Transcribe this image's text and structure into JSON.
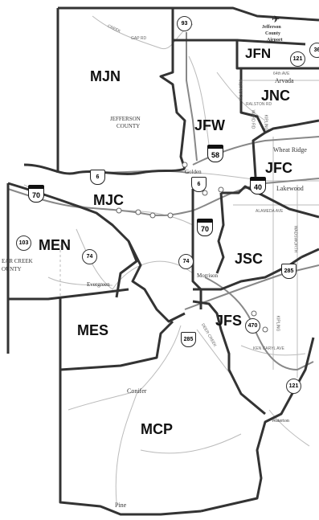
{
  "zones": {
    "jfn": "JFN",
    "mjn": "MJN",
    "jnc": "JNC",
    "jfw": "JFW",
    "jfc": "JFC",
    "mjc": "MJC",
    "men": "MEN",
    "jsc": "JSC",
    "mes": "MES",
    "jfs": "JFS",
    "mcp": "MCP"
  },
  "places": {
    "airport_l1": "Jefferson",
    "airport_l2": "County",
    "airport_l3": "Airport",
    "county_l1": "JEFFERSON",
    "county_l2": "COUNTY",
    "arvada": "Arvada",
    "wheat_ridge": "Wheat Ridge",
    "golden": "Golden",
    "lakewood": "Lakewood",
    "clear_creek_l1": "EAR CREEK",
    "clear_creek_l2": "OUNTY",
    "evergreen": "Evergreen",
    "morrison": "Morrison",
    "conifer": "Conifer",
    "pine": "Pine",
    "waterton": "Waterton"
  },
  "roads": {
    "creek": "CREEK",
    "gap_rd": "GAP RD",
    "ave64": "64th AVE",
    "indiana": "INDIANA ST",
    "ralston": "RALSTON RD",
    "ward": "WARD RD",
    "kipling_n": "KIPLING",
    "alameda": "ALAMEDA AVE",
    "wadsworth": "WADSWORTH",
    "kipling_s": "KIPLING",
    "ken_caryl": "KEN CARYL AVE",
    "deer_creek": "DEER CREEK"
  },
  "shields": {
    "sh93": "93",
    "sh121_n": "121",
    "sh36": "36",
    "us6_w": "6",
    "us6_e": "6",
    "sh58": "58",
    "i70_w": "70",
    "i70_c": "70",
    "sh40": "40",
    "sh103": "103",
    "sh74_w": "74",
    "sh74_e": "74",
    "us285_e": "285",
    "us285_s": "285",
    "sh470": "470",
    "sh121_s": "121"
  },
  "icons": {
    "airport": "airplane-icon"
  }
}
